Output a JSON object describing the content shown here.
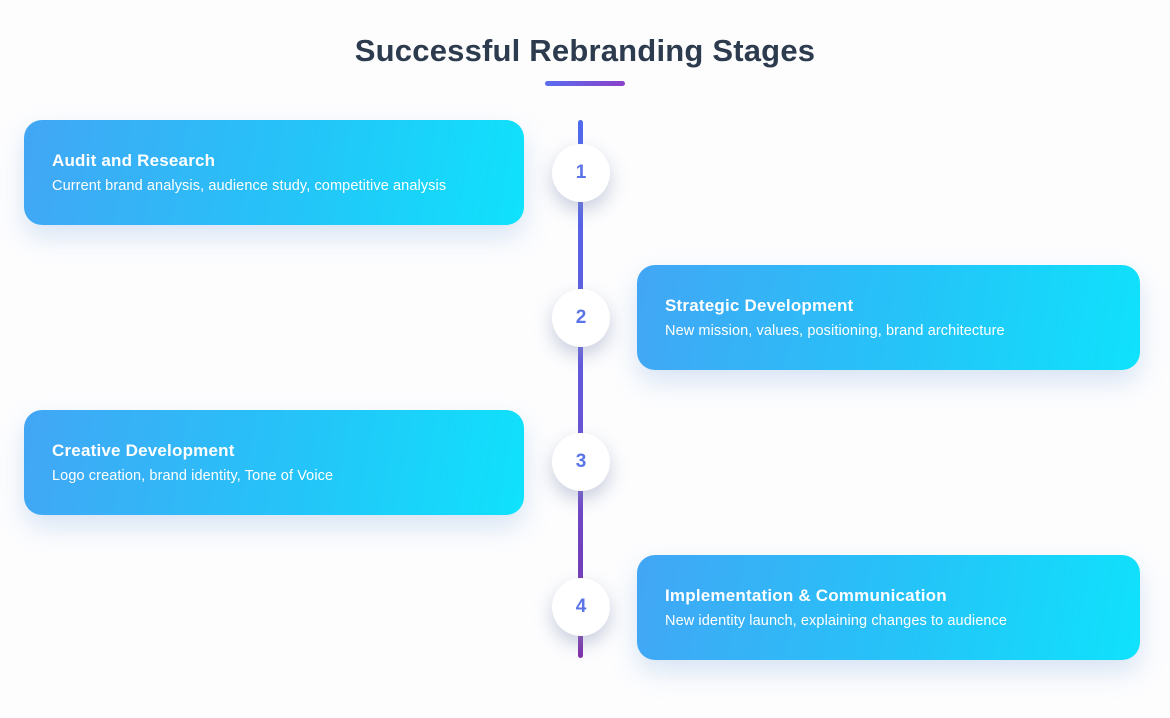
{
  "title": "Successful Rebranding Stages",
  "colors": {
    "background": "#fdfdfe",
    "heading_text": "#2d3b4e",
    "underline_gradient_start": "#5a6cf0",
    "underline_gradient_end": "#8a41c8",
    "timeline_gradient_top": "#4e6aee",
    "timeline_gradient_bottom": "#7c2fa9",
    "card_gradient_start": "#42a6f5",
    "card_gradient_end": "#0fe2fc",
    "stage_number_text": "#5b74e8",
    "card_text": "#ffffff"
  },
  "stages": [
    {
      "number": "1",
      "title": "Audit and Research",
      "description": "Current brand analysis, audience study, competitive analysis",
      "side": "left"
    },
    {
      "number": "2",
      "title": "Strategic Development",
      "description": "New mission, values, positioning, brand architecture",
      "side": "right"
    },
    {
      "number": "3",
      "title": "Creative Development",
      "description": "Logo creation, brand identity, Tone of Voice",
      "side": "left"
    },
    {
      "number": "4",
      "title": "Implementation & Communication",
      "description": "New identity launch, explaining changes to audience",
      "side": "right"
    }
  ]
}
